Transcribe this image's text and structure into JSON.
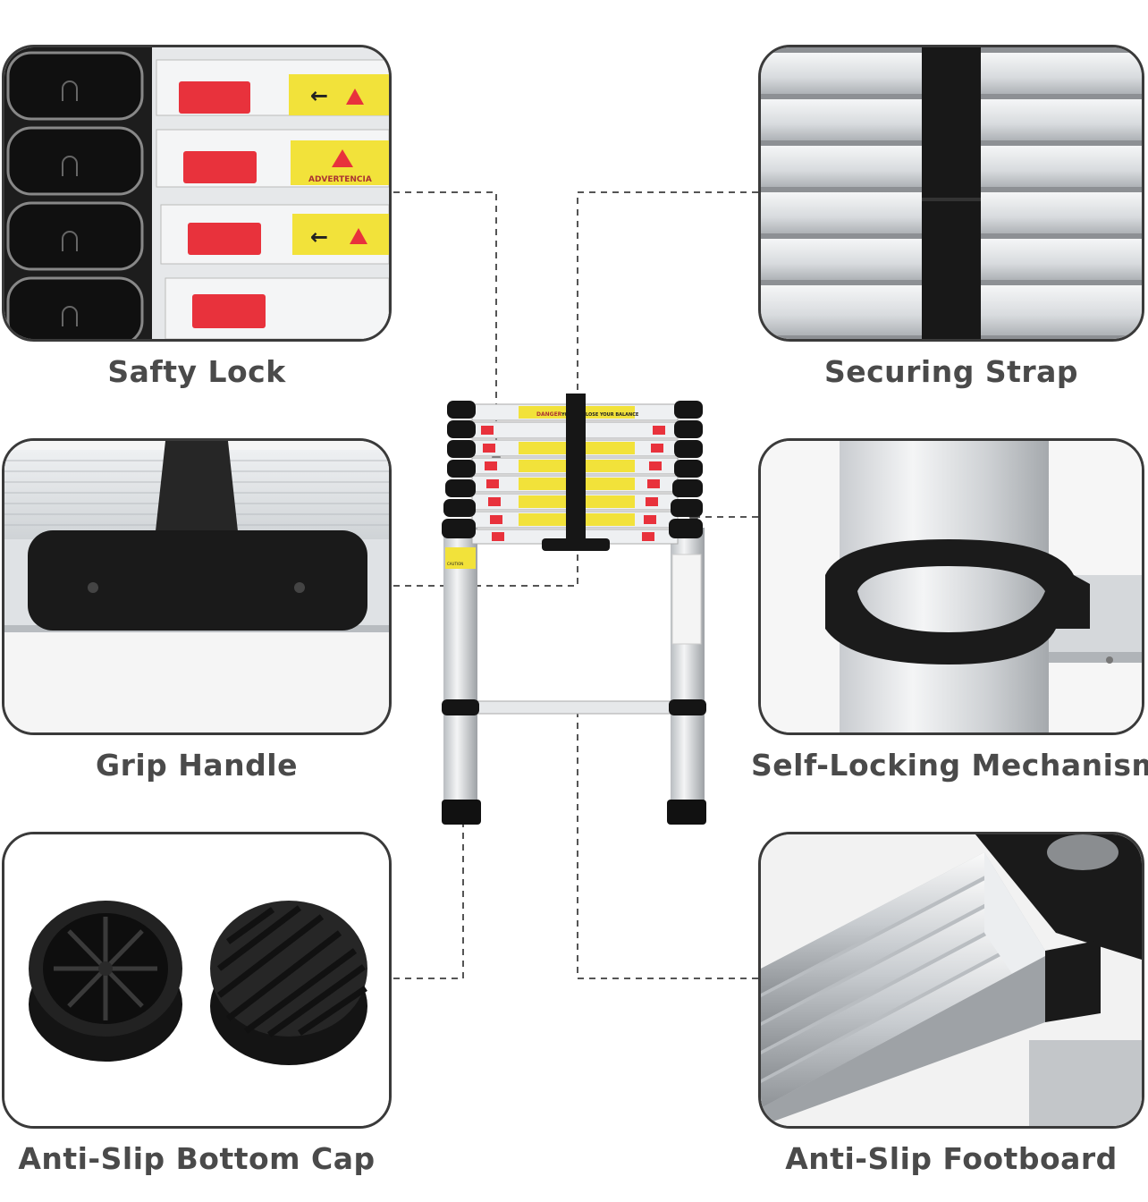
{
  "features": {
    "safety_lock": {
      "label": "Safty Lock"
    },
    "securing_strap": {
      "label": "Securing Strap"
    },
    "grip_handle": {
      "label": "Grip Handle"
    },
    "self_locking": {
      "label": "Self-Locking Mechanism"
    },
    "bottom_cap": {
      "label": "Anti-Slip Bottom Cap"
    },
    "footboard": {
      "label": "Anti-Slip Footboard"
    }
  },
  "lock_labels": {
    "warning_text": "ADVERTENCIA",
    "danger_text": "DANGER",
    "balance_text": "YOU CAN LOSE YOUR BALANCE",
    "caution_text": "CAUTION"
  },
  "colors": {
    "panel_border": "#3a3a3a",
    "caption": "#4a4a4a",
    "lock_red": "#e8323c",
    "warning_yellow": "#f2e23a",
    "rubber_black": "#1b1b1b",
    "aluminium": "#d9dcdf"
  }
}
